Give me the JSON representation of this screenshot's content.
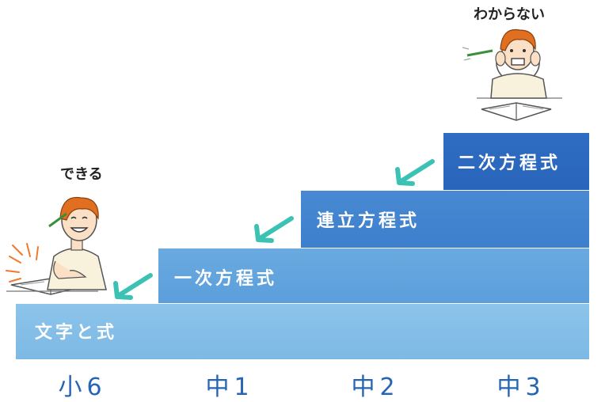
{
  "steps": [
    {
      "label": "文字と式"
    },
    {
      "label": "一次方程式"
    },
    {
      "label": "連立方程式"
    },
    {
      "label": "二次方程式"
    }
  ],
  "grades": [
    "小6",
    "中1",
    "中2",
    "中3"
  ],
  "captions": {
    "can": "できる",
    "cannot": "わからない"
  },
  "colors": {
    "arrow": "#3cc2b4",
    "grade_text": "#2565b5"
  },
  "icons": [
    "happy-student-figure",
    "confused-student-figure",
    "back-arrow-icon"
  ]
}
